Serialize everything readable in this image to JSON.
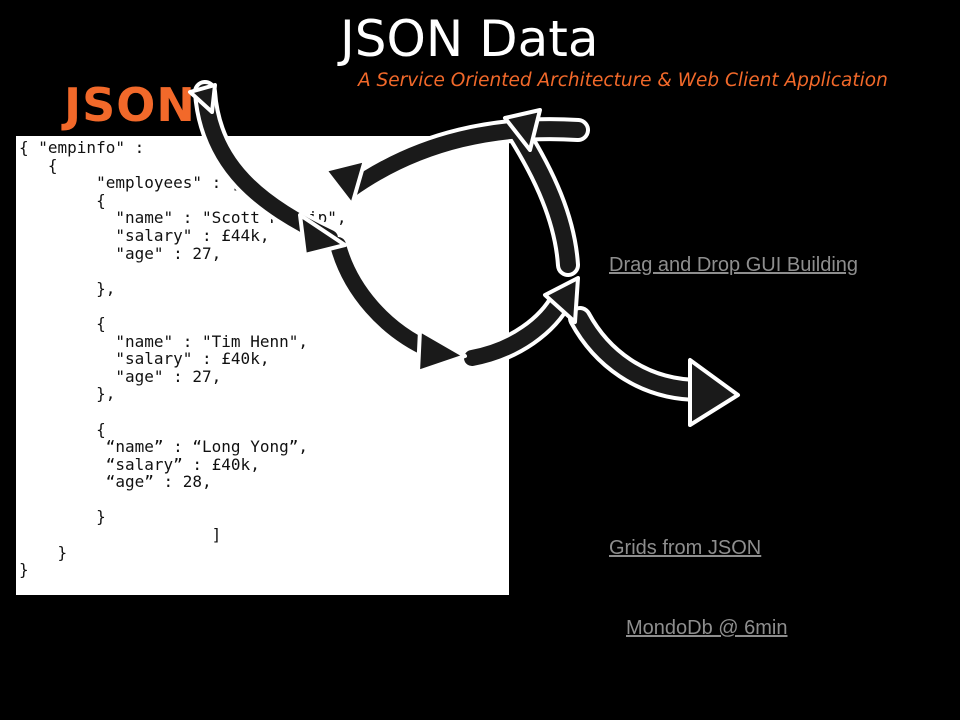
{
  "slide": {
    "title": "JSON Data",
    "subtitle": "A Service Oriented Architecture & Web Client Application",
    "logo_text": "JSON"
  },
  "code_sample": {
    "text": "{ \"empinfo\" :\n   {\n        \"employees\" : [\n        {\n          \"name\" : \"Scott Philip\",\n          \"salary\" : £44k,\n          \"age\" : 27,\n\n        },\n\n        {\n          \"name\" : \"Tim Henn\",\n          \"salary\" : £40k,\n          \"age\" : 27,\n        },\n\n        {\n         “name” : “Long Yong”,\n         “salary” : £40k,\n         “age” : 28,\n\n        }\n                    ]\n    }\n}"
  },
  "links": {
    "drag_drop": "Drag and Drop GUI Building",
    "grids": "Grids from JSON",
    "mongo": "MondoDb @ 6min"
  },
  "colors": {
    "background": "#000000",
    "accent": "#f2692a",
    "link": "#8e8e8e",
    "title": "#ffffff",
    "arrow": "#1a1a1a",
    "arrow_outline": "#ffffff"
  },
  "icons": {
    "arrows": "curved-cycle-arrows"
  }
}
